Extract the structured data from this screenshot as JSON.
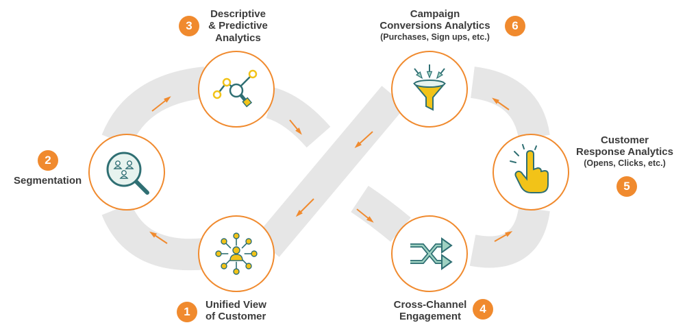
{
  "colors": {
    "accent": "#f08a2e",
    "track": "#e6e6e6",
    "icon_teal": "#2f6f73",
    "icon_yellow": "#f2c318",
    "text": "#3b3b3b"
  },
  "steps": [
    {
      "number": "1",
      "lines": [
        "Unified View",
        "of Customer"
      ],
      "sub": "",
      "icon": "network-person-icon"
    },
    {
      "number": "2",
      "lines": [
        "Segmentation"
      ],
      "sub": "",
      "icon": "magnifier-people-icon"
    },
    {
      "number": "3",
      "lines": [
        "Descriptive",
        "& Predictive",
        "Analytics"
      ],
      "sub": "",
      "icon": "analytics-search-icon"
    },
    {
      "number": "4",
      "lines": [
        "Cross-Channel",
        "Engagement"
      ],
      "sub": "",
      "icon": "shuffle-arrows-icon"
    },
    {
      "number": "5",
      "lines": [
        "Customer",
        "Response Analytics"
      ],
      "sub": "(Opens, Clicks, etc.)",
      "icon": "tap-hand-icon"
    },
    {
      "number": "6",
      "lines": [
        "Campaign",
        "Conversions Analytics"
      ],
      "sub": "(Purchases, Sign ups, etc.)",
      "icon": "funnel-icon"
    }
  ]
}
